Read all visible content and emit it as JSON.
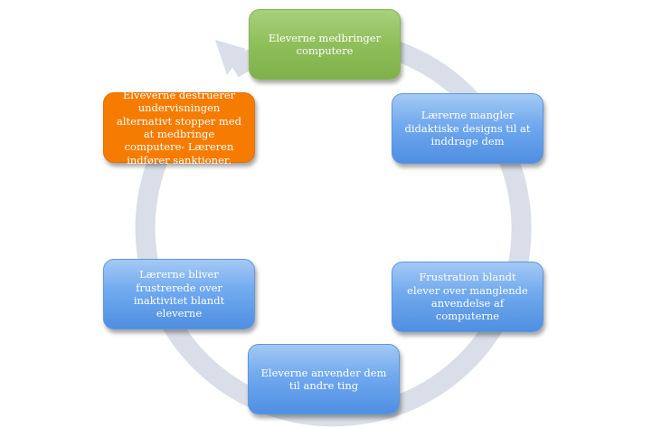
{
  "diagram": {
    "type": "cycle",
    "colors": {
      "ring": "#d9dee8",
      "blue": "#6fa7ee",
      "green": "#8fbf5a",
      "orange": "#f57c00"
    },
    "nodes": [
      {
        "text": "Eleverne medbringer computere",
        "color": "green"
      },
      {
        "text": "Lærerne mangler didaktiske designs til at inddrage dem",
        "color": "blue"
      },
      {
        "text": "Frustration blandt elever over manglende anvendelse af computerne",
        "color": "blue"
      },
      {
        "text": "Eleverne anvender dem til andre ting",
        "color": "blue"
      },
      {
        "text": "Lærerne bliver frustrerede over inaktivitet blandt eleverne",
        "color": "blue"
      },
      {
        "text": "Elveverne destruerer undervisningen alternativt stopper med at medbringe computere- Læreren indfører sanktioner.",
        "color": "orange"
      }
    ]
  }
}
